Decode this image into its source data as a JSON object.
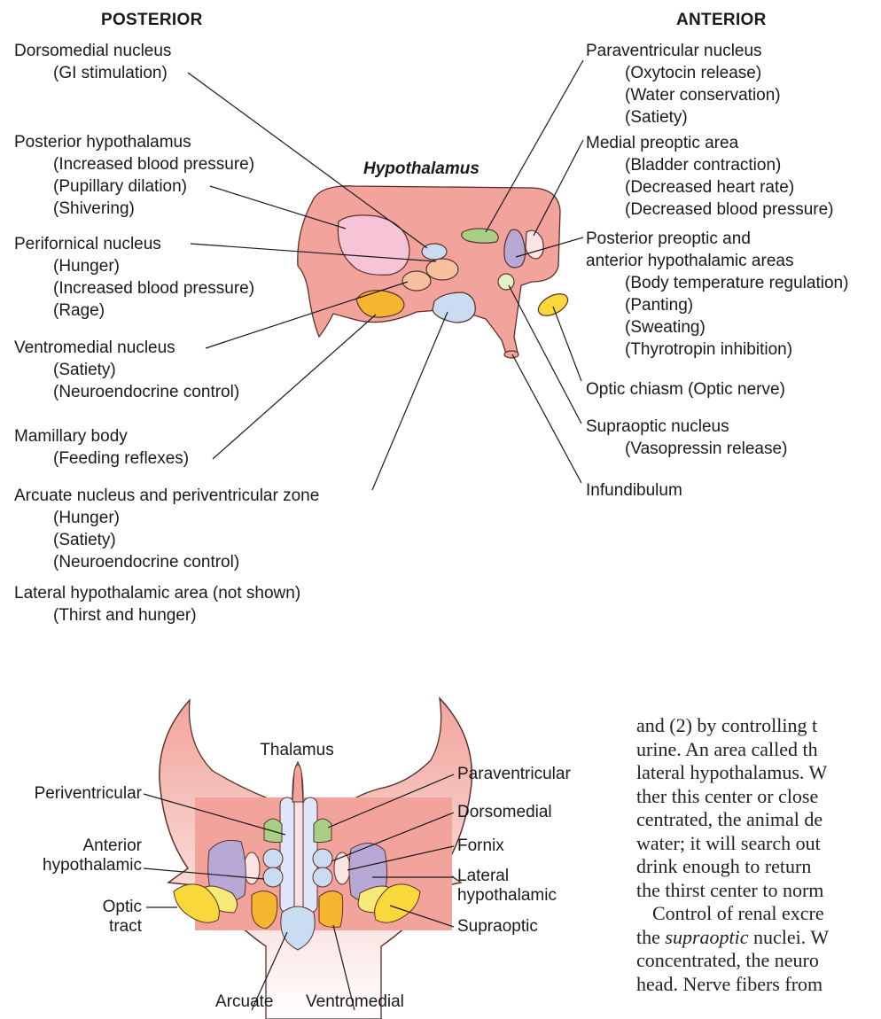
{
  "headers": {
    "posterior": "POSTERIOR",
    "anterior": "ANTERIOR"
  },
  "title": "Hypothalamus",
  "left": [
    {
      "name": "Dorsomedial nucleus",
      "details": [
        "(GI stimulation)"
      ]
    },
    {
      "name": "Posterior hypothalamus",
      "details": [
        "(Increased blood pressure)",
        "(Pupillary dilation)",
        "(Shivering)"
      ]
    },
    {
      "name": "Perifornical nucleus",
      "details": [
        "(Hunger)",
        "(Increased blood pressure)",
        "(Rage)"
      ]
    },
    {
      "name": "Ventromedial nucleus",
      "details": [
        "(Satiety)",
        "(Neuroendocrine control)"
      ]
    },
    {
      "name": "Mamillary body",
      "details": [
        "(Feeding reflexes)"
      ]
    },
    {
      "name": "Arcuate nucleus and periventricular zone",
      "details": [
        "(Hunger)",
        "(Satiety)",
        "(Neuroendocrine control)"
      ]
    },
    {
      "name": "Lateral hypothalamic area (not shown)",
      "details": [
        "(Thirst and hunger)"
      ]
    }
  ],
  "right": [
    {
      "name": "Paraventricular nucleus",
      "details": [
        "(Oxytocin release)",
        "(Water conservation)",
        "(Satiety)"
      ]
    },
    {
      "name": "Medial preoptic area",
      "details": [
        "(Bladder contraction)",
        "(Decreased heart rate)",
        "(Decreased blood pressure)"
      ]
    },
    {
      "name": "Posterior preoptic and",
      "name2": "anterior hypothalamic areas",
      "details": [
        "(Body temperature regulation)",
        "(Panting)",
        "(Sweating)",
        "(Thyrotropin inhibition)"
      ]
    },
    {
      "name": "Optic chiasm (Optic nerve)",
      "details": []
    },
    {
      "name": "Supraoptic nucleus",
      "details": [
        "(Vasopressin release)"
      ]
    },
    {
      "name": "Infundibulum",
      "details": []
    }
  ],
  "section": {
    "thalamus": "Thalamus",
    "periventricular": "Periventricular",
    "anterior_hypothalamic_1": "Anterior",
    "anterior_hypothalamic_2": "hypothalamic",
    "optic_tract_1": "Optic",
    "optic_tract_2": "tract",
    "arcuate": "Arcuate",
    "ventromedial": "Ventromedial",
    "paraventricular": "Paraventricular",
    "dorsomedial": "Dorsomedial",
    "fornix": "Fornix",
    "lateral_hypothalamic_1": "Lateral",
    "lateral_hypothalamic_2": "hypothalamic",
    "supraoptic": "Supraoptic"
  },
  "body_text": {
    "lines": [
      "and (2) by controlling t",
      "urine. An area called th",
      "lateral hypothalamus. W",
      "ther this center or close",
      "centrated, the animal de",
      "water; it will search out",
      "drink enough to return",
      "the thirst center to norm"
    ],
    "p2_start": "Control of renal excre",
    "p2_italic_prefix": "the ",
    "p2_italic": "supraoptic",
    "p2_after": " nuclei. W",
    "p2_line3": "concentrated, the neuro",
    "p2_line4": "head. Nerve fibers from"
  },
  "colors": {
    "tissue": "#f2a49c",
    "tissue_stroke": "#5a2f2a",
    "pink_region": "#f7c3d6",
    "blue_region": "#c9dcf2",
    "green_region": "#a9cf86",
    "purple_region": "#b7a8d6",
    "orange_region": "#f7c09e",
    "yellow_region": "#f8d83a",
    "orange_nucleus": "#f6b52e",
    "white_pink": "#fbe4e4"
  }
}
